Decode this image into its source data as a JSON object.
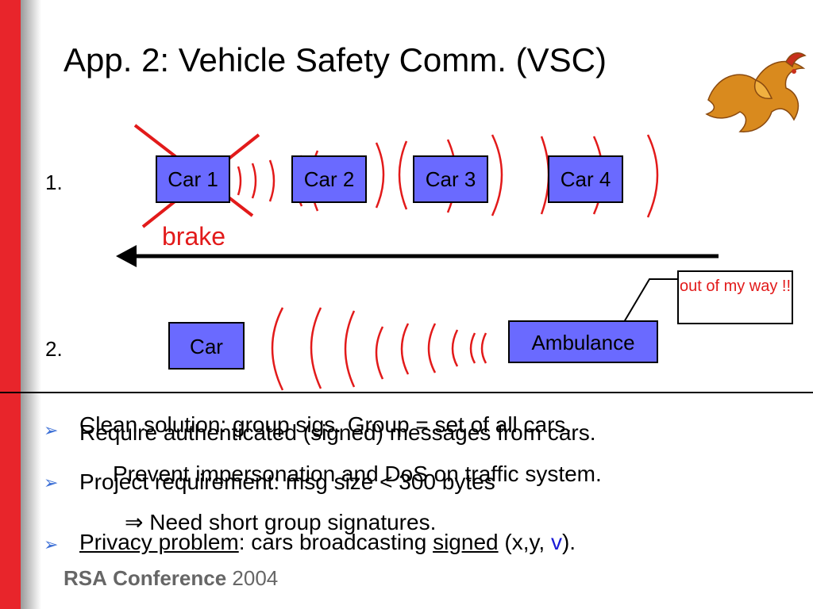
{
  "slide": {
    "title": "App. 2:  Vehicle Safety Comm.  (VSC)"
  },
  "scenario1": {
    "number": "1.",
    "cars": [
      "Car 1",
      "Car 2",
      "Car 3",
      "Car 4"
    ],
    "brake_label": "brake"
  },
  "scenario2": {
    "number": "2.",
    "car_label": "Car",
    "ambulance_label": "Ambulance",
    "callout": "out of my way !!"
  },
  "bullets": {
    "b1_overlay": "Clean solution:  group sigs.    Group = set of all cars.",
    "b1": "Require authenticated (signed) messages from cars.",
    "b1_sub": "Prevent impersonation and DoS on traffic system.",
    "b2": "Project requirement:    msg size < 300 bytes",
    "b2_sub_arrow": "⇒",
    "b2_sub": "Need short group signatures.",
    "b3_label": "Privacy problem",
    "b3_colon": ":   cars broadcasting ",
    "b3_signed": "signed",
    "b3_tail_a": "  (x,y, ",
    "b3_v": "v",
    "b3_tail_b": ")."
  },
  "footer": {
    "brand": "RSA",
    "word": "Conference",
    "year": "2004"
  },
  "colors": {
    "accent_red": "#e21a1a",
    "car_fill": "#6a6aff",
    "bullet_blue": "#3c6fd6"
  },
  "icons": {
    "logo": "dragon-icon",
    "bullet": "arrowhead-bullet-icon"
  }
}
